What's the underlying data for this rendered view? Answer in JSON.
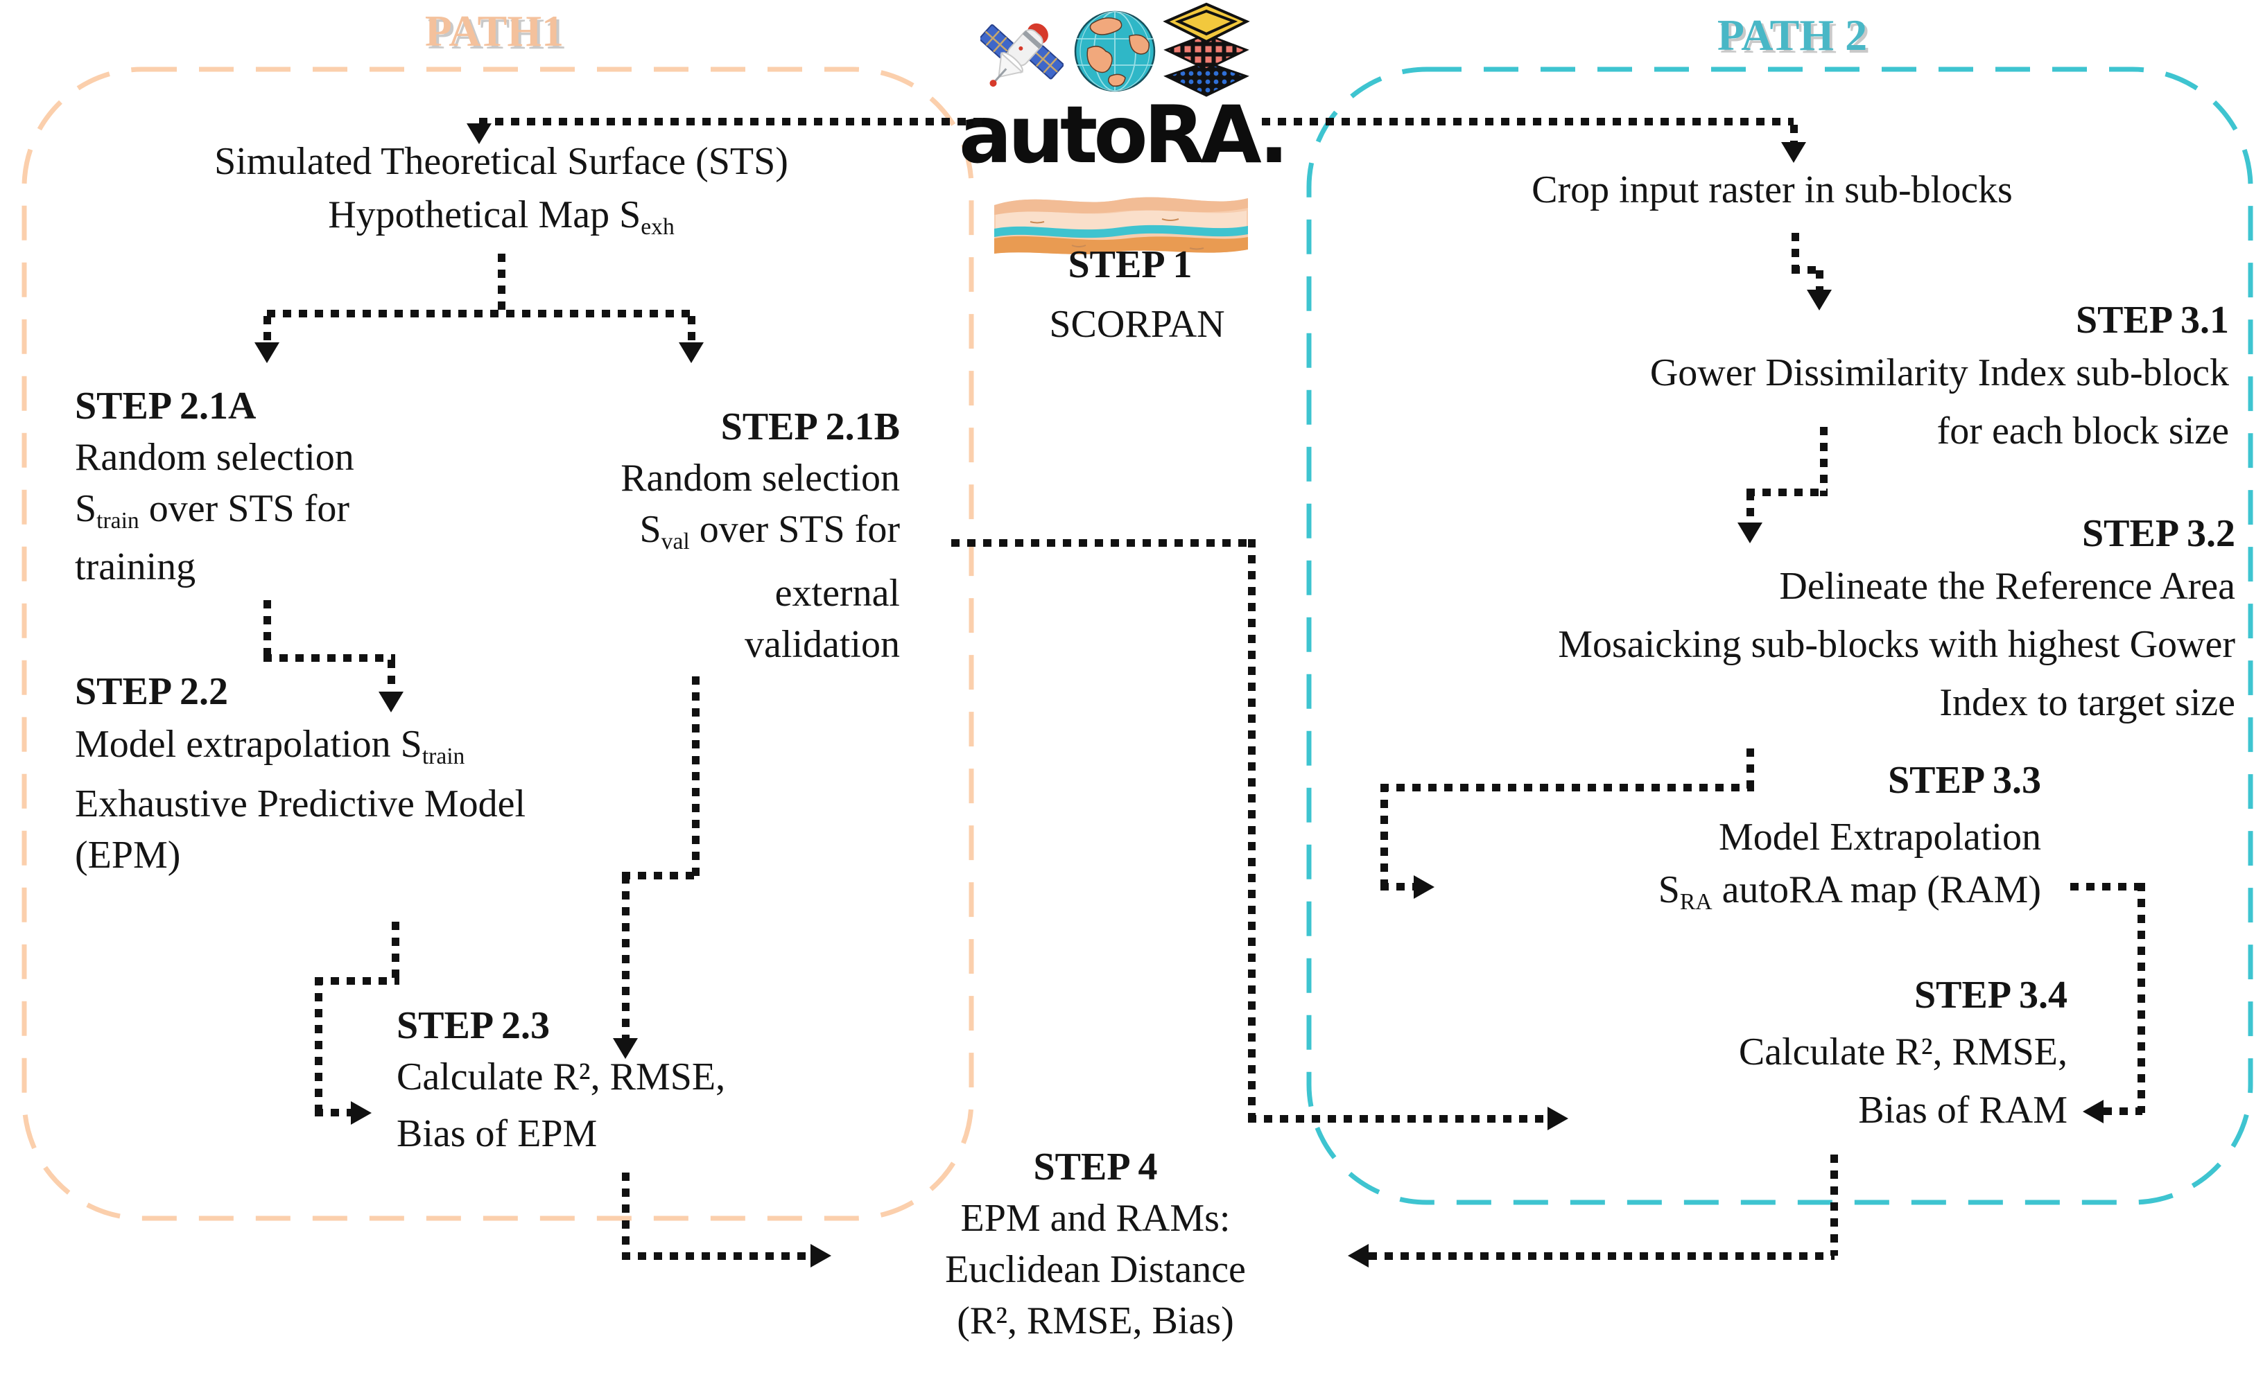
{
  "path1": {
    "title": "PATH1",
    "border_color": "#FBCFAC",
    "title_color": "#F4C19C",
    "sts": {
      "line1": "Simulated Theoretical Surface (STS)",
      "line2_pre": "Hypothetical Map S",
      "line2_sub": "exh"
    },
    "step21a": {
      "title": "STEP  2.1A",
      "line1": "Random selection",
      "line2_pre": "S",
      "line2_sub": "train",
      "line2_post": " over STS for",
      "line3": "training"
    },
    "step21b": {
      "title": "STEP 2.1B",
      "line1": "Random selection",
      "line2_pre": "S",
      "line2_sub": "val",
      "line2_post": " over STS for",
      "line3": "external",
      "line4": "validation"
    },
    "step22": {
      "title": "STEP 2.2",
      "line1_pre": "Model extrapolation S",
      "line1_sub": "train",
      "line2": "Exhaustive Predictive Model",
      "line3": "(EPM)"
    },
    "step23": {
      "title": "STEP 2.3",
      "line1": "Calculate R², RMSE,",
      "line2": "Bias of EPM"
    }
  },
  "path2": {
    "title": "PATH 2",
    "border_color": "#3EC4D0",
    "title_color": "#49B7C6",
    "crop_label": "Crop input raster in sub-blocks",
    "step31": {
      "title": "STEP 3.1",
      "line1": "Gower Dissimilarity Index sub-block",
      "line2": "for each block size"
    },
    "step32": {
      "title": "STEP 3.2",
      "line1": "Delineate the Reference Area",
      "line2": "Mosaicking sub-blocks with highest Gower",
      "line3": "Index to target size"
    },
    "step33": {
      "title": "STEP 3.3",
      "line1": "Model Extrapolation",
      "line2_pre": "S",
      "line2_sub": "RA",
      "line2_post": " autoRA map (RAM)"
    },
    "step34": {
      "title": "STEP 3.4",
      "line1": "Calculate R², RMSE,",
      "line2": "Bias of RAM"
    }
  },
  "center": {
    "logo_text": "autoRA.",
    "step1_title": "STEP 1",
    "step1_label": "SCORPAN",
    "icons": [
      "satellite-icon",
      "globe-icon",
      "layers-icon"
    ]
  },
  "step4": {
    "title": "STEP 4",
    "line1": "EPM and RAMs:",
    "line2": "Euclidean Distance",
    "line3": "(R², RMSE, Bias)"
  }
}
